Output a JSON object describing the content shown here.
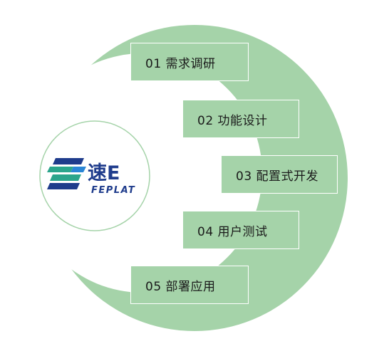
{
  "logo": {
    "name_cn": "速E",
    "name_en": "FEPLAT"
  },
  "steps": [
    {
      "label": "01 需求调研"
    },
    {
      "label": "02 功能设计"
    },
    {
      "label": "03 配置式开发"
    },
    {
      "label": "04 用户测试"
    },
    {
      "label": "05 部署应用"
    }
  ],
  "colors": {
    "ring": "#a5d3a9",
    "step_box": "#a5d3a9",
    "inner_circle_border": "#a5d3a9",
    "logo_navy": "#1f3c8c",
    "logo_teal": "#2ba58c",
    "logo_blue": "#2a86d6",
    "logo_text": "#1f3c8c"
  }
}
